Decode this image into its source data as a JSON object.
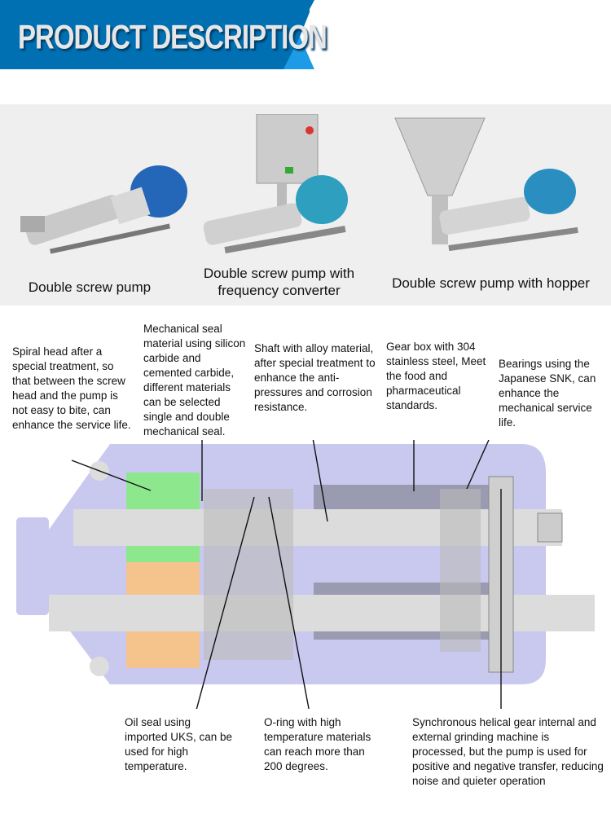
{
  "header": {
    "title": "PRODUCT DESCRIPTION",
    "color": "#0070b2"
  },
  "products": [
    {
      "caption": "Double screw pump"
    },
    {
      "caption": "Double screw pump with frequency converter"
    },
    {
      "caption": "Double screw pump with hopper"
    }
  ],
  "annotations": {
    "spiral_head": "Spiral head after a special treatment, so that between the screw head and the pump is not easy to bite, can enhance the service life.",
    "mech_seal": "Mechanical seal material using silicon carbide and cemented carbide, different materials can be selected single and double mechanical seal.",
    "shaft": "Shaft with alloy material, after special treatment to enhance the anti-pressures and corrosion resistance.",
    "gear_box": "Gear box with 304 stainless steel, Meet the food and pharmaceutical standards.",
    "bearings": "Bearings using the Japanese SNK, can enhance the mechanical service life.",
    "oil_seal": "Oil seal using imported UKS, can be used for high temperature.",
    "o_ring": "O-ring with high temperature materials can reach more than 200 degrees.",
    "sync_gear": "Synchronous helical gear internal and external grinding machine is processed, but the pump is used for positive and negative transfer, reducing noise and quieter operation"
  }
}
